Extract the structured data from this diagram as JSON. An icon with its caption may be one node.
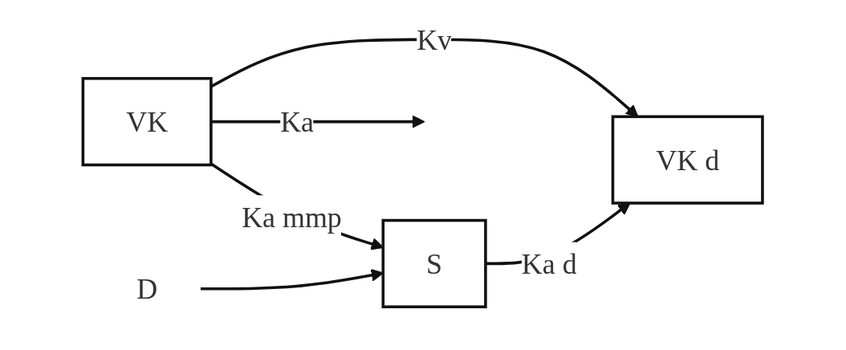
{
  "diagram": {
    "nodes": [
      {
        "text": [
          "VK"
        ]
      },
      {
        "text": [
          "VK d"
        ]
      },
      {
        "text": [
          "S"
        ]
      },
      {
        "text": [
          "D"
        ]
      }
    ],
    "edges": [
      {
        "from": 0,
        "to": 1,
        "arrow": "to",
        "label": "Kv"
      },
      {
        "from": 0,
        "to": null,
        "arrow": "to",
        "label": "Ka"
      },
      {
        "from": 0,
        "to": 2,
        "arrow": "to",
        "label": "Ka mmp"
      },
      {
        "from": 3,
        "to": 2,
        "arrow": "to"
      },
      {
        "from": 2,
        "to": 1,
        "arrow": "to",
        "label": "Ka d"
      }
    ]
  }
}
